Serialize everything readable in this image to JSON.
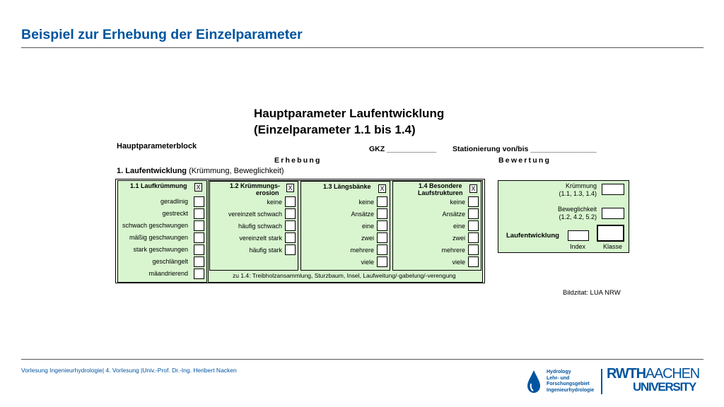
{
  "slide": {
    "title": "Beispiel zur Erhebung der Einzelparameter",
    "footer": "Vorlesung Ingenieurhydrologie| 4. Vorlesung |Univ.-Prof. Dr.-Ing. Heribert Nacken",
    "credit": "Bildzitat: LUA NRW"
  },
  "form": {
    "title_line1": "Hauptparameter Laufentwicklung",
    "title_line2": "(Einzelparameter 1.1 bis 1.4)",
    "block_label": "Hauptparameterblock",
    "gkz": "GKZ ____________",
    "station": "Stationierung von/bis ________________",
    "erhebung": "Erhebung",
    "bewertung": "Bewertung",
    "section_bold": "1. Laufentwicklung",
    "section_rest": " (Krümmung, Beweglichkeit)",
    "note": "zu 1.4: Treibholzansammlung, Sturzbaum, Insel, Laufweitung/-gabelung/-verengung",
    "col1": {
      "header": "1.1 Laufkrümmung",
      "mark": "X",
      "options": [
        "geradlinig",
        "gestreckt",
        "schwach geschwungen",
        "mäßig geschwungen",
        "stark geschwungen",
        "geschlängelt",
        "mäandrierend"
      ]
    },
    "col2": {
      "header_l1": "1.2 Krümmungs-",
      "header_l2": "erosion",
      "mark": "X",
      "options": [
        "keine",
        "vereinzelt schwach",
        "häufig schwach",
        "vereinzelt stark",
        "häufig stark"
      ]
    },
    "col3": {
      "header": "1.3 Längsbänke",
      "mark": "X",
      "options": [
        "keine",
        "Ansätze",
        "eine",
        "zwei",
        "mehrere",
        "viele"
      ]
    },
    "col4": {
      "header_l1": "1.4 Besondere",
      "header_l2": "Laufstrukturen",
      "mark": "X",
      "options": [
        "keine",
        "Ansätze",
        "eine",
        "zwei",
        "mehrere",
        "viele"
      ]
    },
    "eval": {
      "kruemmung": "Krümmung",
      "kruemmung_ref": "(1.1, 1.3, 1.4)",
      "beweglichkeit": "Beweglichkeit",
      "beweglichkeit_ref": "(1.2, 4.2, 5.2)",
      "laufentwicklung": "Laufentwicklung",
      "index": "Index",
      "klasse": "Klasse"
    }
  },
  "logo": {
    "hydro_lines": [
      "Hydrology",
      "Lehr- und",
      "Forschungsgebiet",
      "Ingenieurhydrologie"
    ],
    "rwth_l1a": "RWTH",
    "rwth_l1b": "AACHEN",
    "rwth_l2": "UNIVERSITY"
  },
  "colors": {
    "accent": "#00549f",
    "form_green": "#d8f5cf"
  }
}
